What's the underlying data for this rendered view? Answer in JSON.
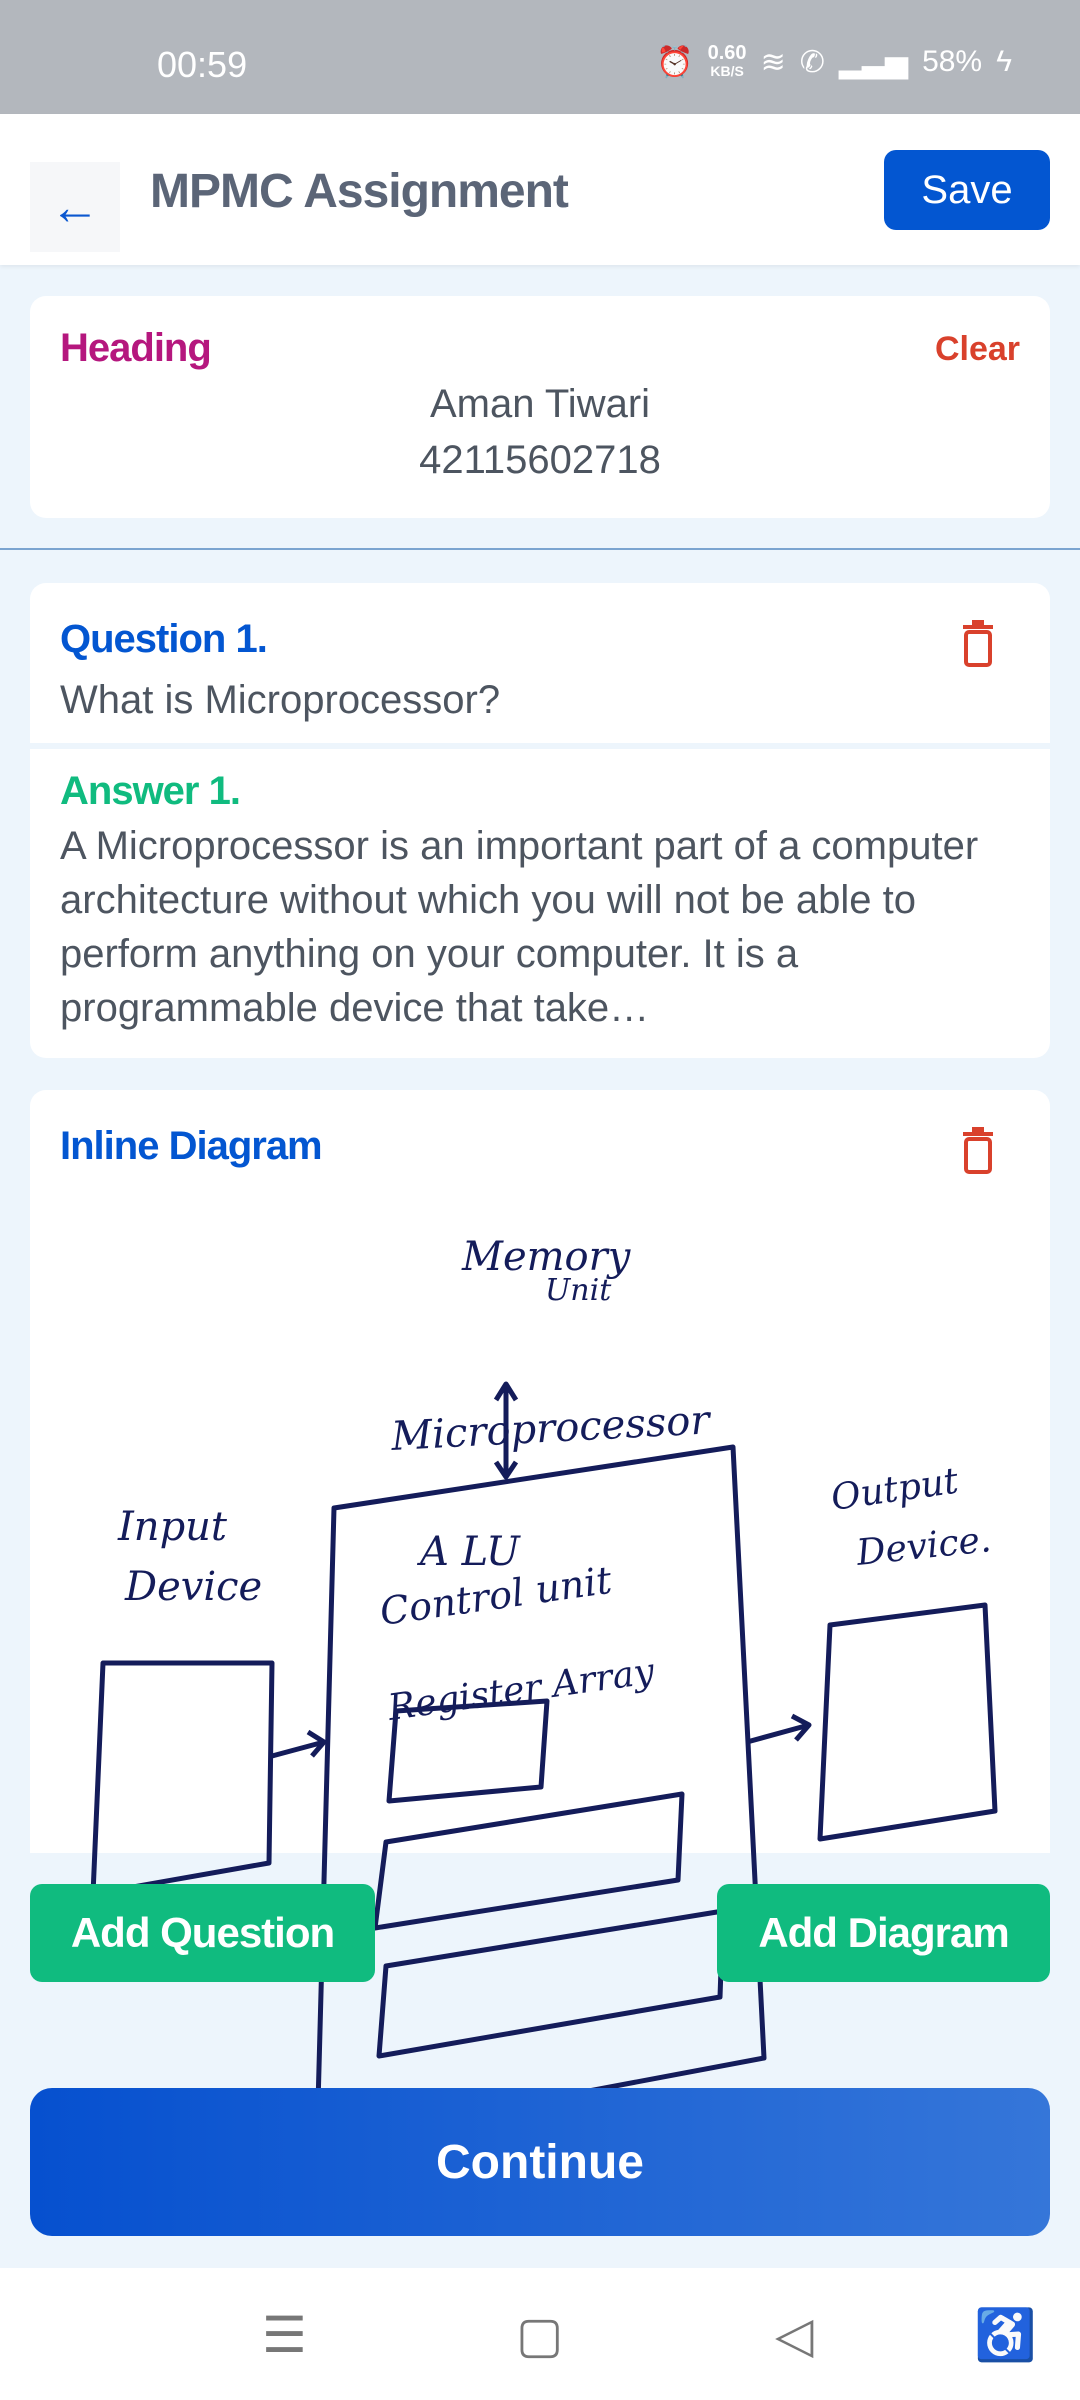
{
  "status": {
    "time": "00:59",
    "net_speed": "0.60",
    "net_unit": "KB/S",
    "battery": "58%"
  },
  "header": {
    "title": "MPMC Assignment",
    "save_label": "Save"
  },
  "heading_card": {
    "label": "Heading",
    "clear_label": "Clear",
    "name": "Aman Tiwari",
    "roll": "42115602718"
  },
  "question_card": {
    "q_label": "Question  1.",
    "question": "What is Microprocessor?",
    "a_label": "Answer 1.",
    "answer": "A Microprocessor is an important part of a computer architecture without which you will not be able to perform anything on your computer. It is a programmable device that take…"
  },
  "diagram_card": {
    "label": "Inline Diagram",
    "diagram_text": {
      "memory": "Memory",
      "unit": "Unit",
      "micro": "Microprocessor",
      "alu": "A LU",
      "control": "Control unit",
      "register": "Register Array",
      "input1": "Input",
      "input2": "Device",
      "output1": "Output",
      "output2": "Device."
    }
  },
  "actions": {
    "add_question": "Add Question",
    "add_diagram": "Add Diagram",
    "continue": "Continue"
  },
  "colors": {
    "primary": "#0356d1",
    "heading": "#b5177e",
    "answer": "#10bb7f",
    "danger": "#d9412c"
  }
}
